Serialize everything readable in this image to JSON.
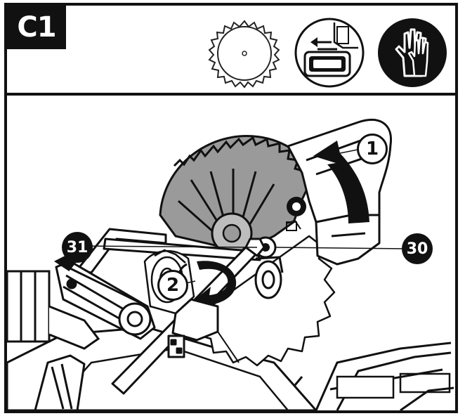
{
  "step_label": "C1",
  "icons": [
    "saw-blade-icon",
    "unplug-battery-icon",
    "wear-gloves-icon"
  ],
  "callouts": {
    "lever_lift": "1",
    "lever_turn": "2",
    "blade_bolt": "30",
    "guard_arm": "31"
  }
}
